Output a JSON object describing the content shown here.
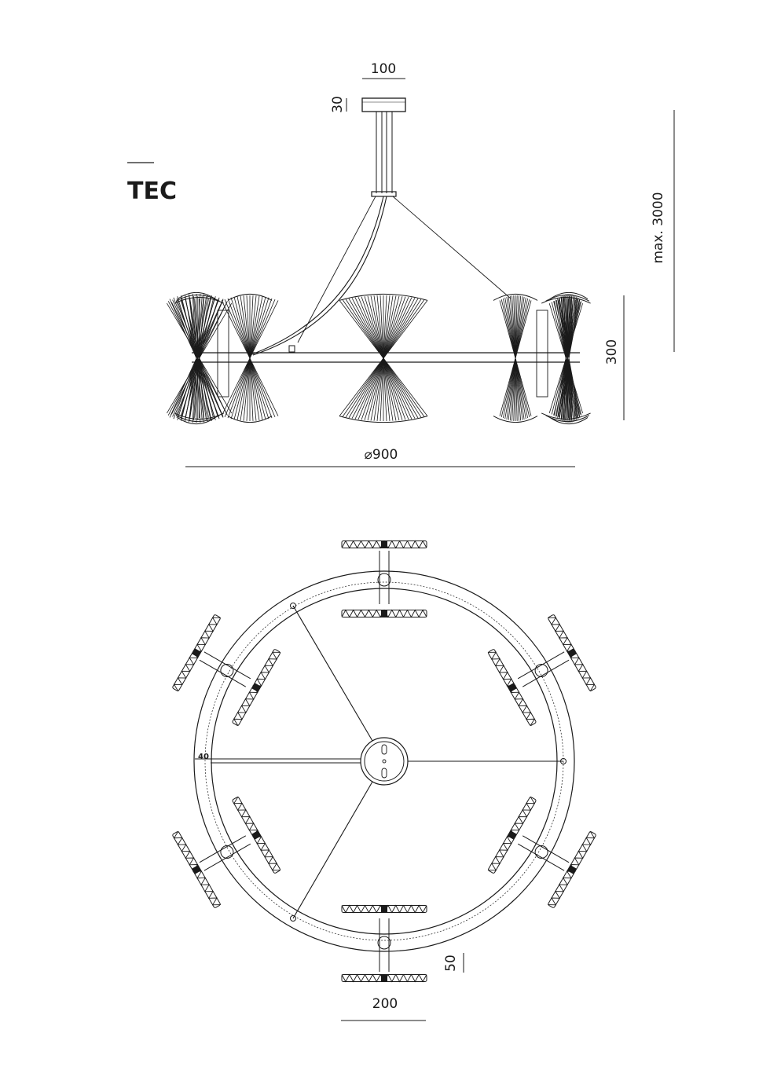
{
  "product": {
    "name": "TEC"
  },
  "dimensions": {
    "canopy_width": "100",
    "canopy_height": "30",
    "max_height": "max. 3000",
    "body_height": "300",
    "diameter": "⌀900",
    "ring_tube": "40",
    "arm_length": "50",
    "shade_width": "200"
  },
  "colors": {
    "line": "#1a1a1a",
    "background": "#ffffff"
  }
}
